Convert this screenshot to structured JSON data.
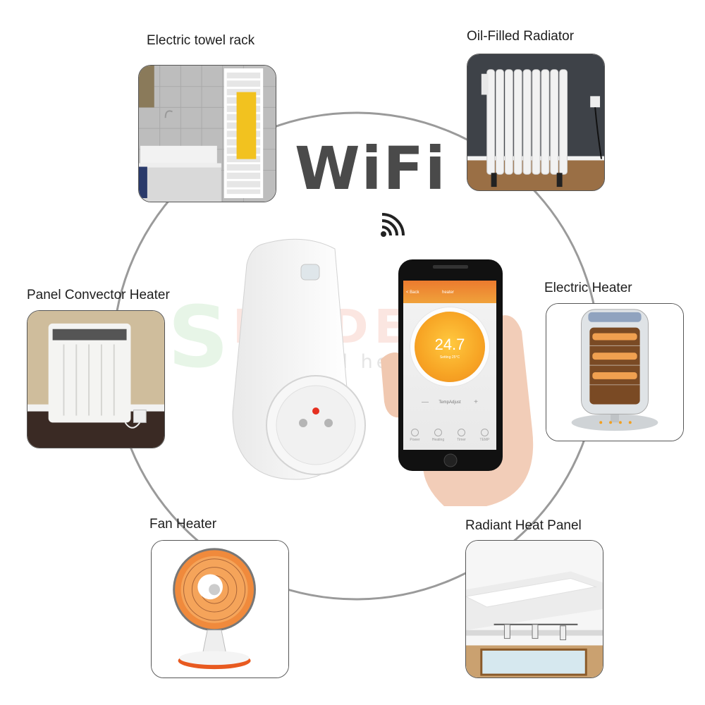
{
  "title": "WiFi",
  "watermark": {
    "brand": "MODERN",
    "sub": "infrared heating",
    "letter": "S"
  },
  "cards": [
    {
      "id": "towel",
      "label": "Electric towel rack"
    },
    {
      "id": "oil",
      "label": "Oil-Filled Radiator"
    },
    {
      "id": "panel",
      "label": "Panel Convector Heater"
    },
    {
      "id": "electric",
      "label": "Electric Heater"
    },
    {
      "id": "fan",
      "label": "Fan Heater"
    },
    {
      "id": "radiant",
      "label": "Radiant Heat Panel"
    }
  ],
  "phone": {
    "back": "< Back",
    "screen_title": "heater",
    "temperature": "24.7",
    "setpoint": "Setting 25°C",
    "adjust_label": "TempAdjust",
    "tabs": [
      "Power",
      "Heating",
      "Timer",
      "TEMP"
    ]
  },
  "icons": [
    "wifi-signal-icon"
  ]
}
